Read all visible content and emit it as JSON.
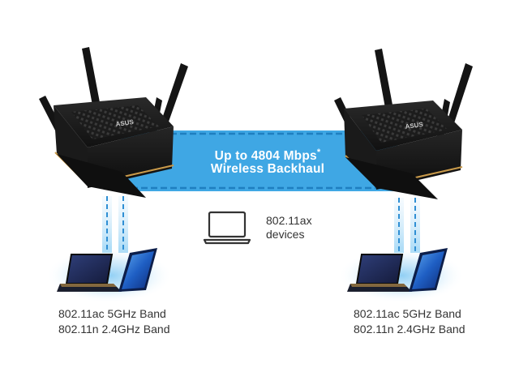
{
  "backhaul": {
    "speed": "Up to 4804 Mbps",
    "speed_mark": "*",
    "label": "Wireless Backhaul"
  },
  "devices": {
    "line1": "802.11ax",
    "line2": "devices"
  },
  "left_node": {
    "router_brand": "ASUS",
    "band_5ghz": "802.11ac 5GHz Band",
    "band_24ghz": "802.11n 2.4GHz Band"
  },
  "right_node": {
    "router_brand": "ASUS",
    "band_5ghz": "802.11ac 5GHz Band",
    "band_24ghz": "802.11n 2.4GHz Band"
  },
  "colors": {
    "banner": "#3fa7e4",
    "banner_dash": "#1f7fc0",
    "router_body": "#1a1a1a",
    "accent_gold": "#c99a4a",
    "glow": "#9fd4f5"
  }
}
